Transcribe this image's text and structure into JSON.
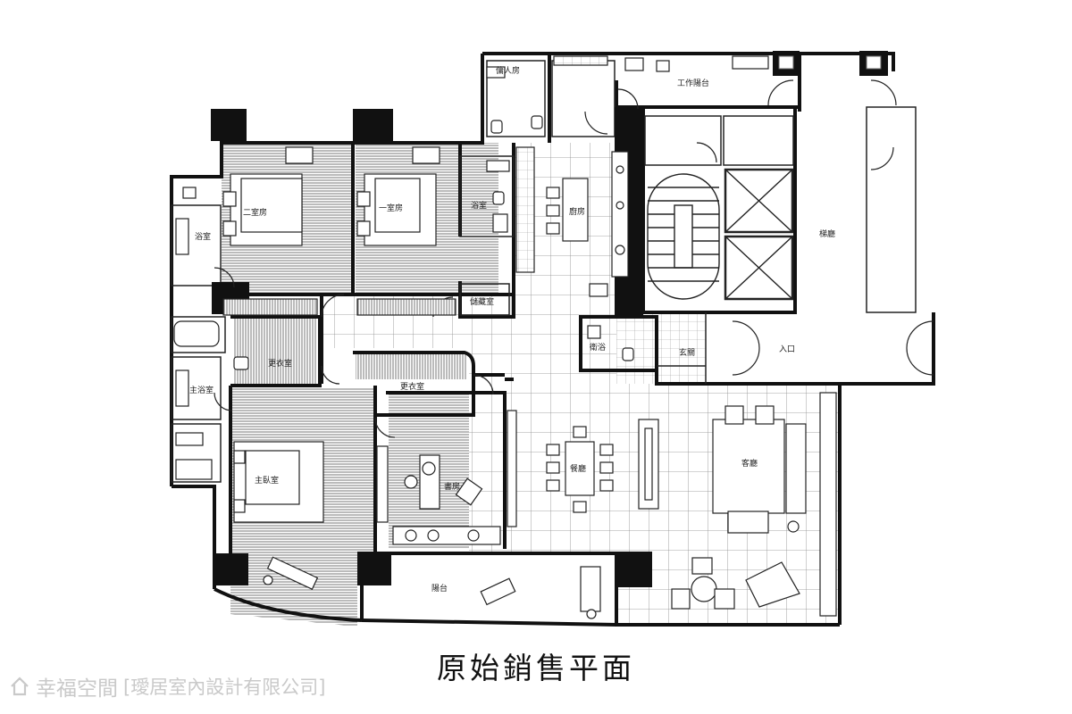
{
  "diagram": {
    "rooms": {
      "maid_room": "傭人房",
      "service_balcony": "工作陽台",
      "second_bedroom": "二室房",
      "first_bedroom": "一室房",
      "bath_left": "浴室",
      "bath_mid": "浴室",
      "kitchen": "廚房",
      "master_bath": "主浴室",
      "closet_a": "更衣室",
      "closet_b": "更衣室",
      "pantry": "儲藏室",
      "powder_room": "衛浴",
      "foyer": "玄關",
      "entrance": "入口",
      "corridor": "梯廳",
      "master_bedroom": "主臥室",
      "study": "書房",
      "dining": "餐廳",
      "living": "客廳",
      "balcony": "陽台"
    }
  },
  "caption": "原始銷售平面",
  "watermark": {
    "brand": "幸福空間",
    "credit": "[璦居室內設計有限公司]"
  }
}
